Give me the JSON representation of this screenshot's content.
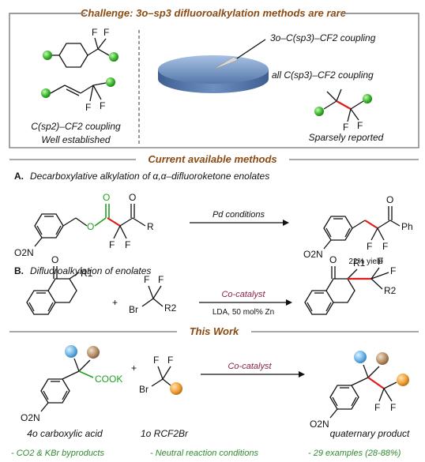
{
  "headings": {
    "challenge": "Challenge: 3o–sp3 difluoroalkylation methods are rare",
    "current": "Current available methods",
    "work": "This Work"
  },
  "top": {
    "left_label_1": "C(sp2)–CF2 coupling",
    "left_label_2": "Well established",
    "pie_label_small": "3o–C(sp3)–CF2 coupling",
    "pie_label_all": "all C(sp3)–CF2 coupling",
    "sparse": "Sparsely reported"
  },
  "method_a": {
    "letter": "A.",
    "title": "Decarboxylative alkylation of α,α–difluoroketone enolates",
    "conditions": "Pd conditions",
    "yield": "22% yield"
  },
  "method_b": {
    "letter": "B.",
    "title": "Difluoroalkylation of enolates",
    "catalyst": "Co-catalyst",
    "conditions": "LDA, 50 mol% Zn"
  },
  "this_work": {
    "catalyst": "Co-catalyst",
    "sm1_label": "4o carboxylic acid",
    "sm2_label": "1o RCF2Br",
    "product_label": "quaternary product",
    "bullets": [
      "- CO2 & KBr byproducts",
      "- Neutral reaction conditions",
      "- 29 examples (28-88%)"
    ]
  },
  "atoms": {
    "F": "F",
    "O": "O",
    "O2N": "O2N",
    "Br": "Br",
    "R": "R",
    "Ph": "Ph",
    "R1": "R1",
    "R2": "R2",
    "COOK": "COOK",
    "plus": "+"
  },
  "colors": {
    "heading": "#8a4a12",
    "box_border": "#8c8c8c",
    "green_ball": "#3dbb2f",
    "blue_ball": "#6db6e8",
    "brown_ball": "#b8926a",
    "orange_ball": "#f2a23c",
    "red_bond": "#e01b1b",
    "green_text": "#2e8b2e",
    "catalyst": "#8a1f4a",
    "pie_fill": "#6f93c2"
  }
}
